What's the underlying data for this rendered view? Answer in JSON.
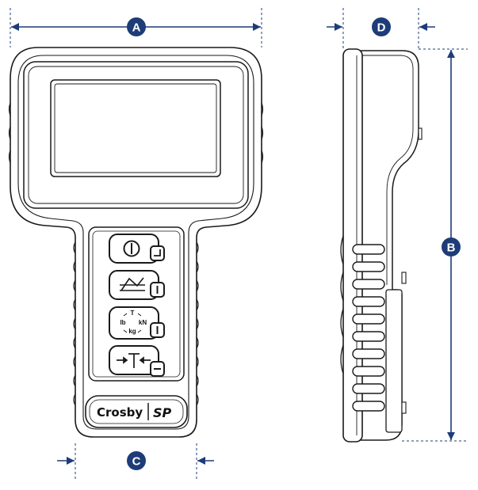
{
  "dimensions": {
    "width": "A",
    "height": "B",
    "handle_width": "C",
    "depth": "D"
  },
  "device": {
    "brand": "Crosby",
    "logo_mark": "SP",
    "units": {
      "top": "T",
      "left": "lb",
      "right": "kN",
      "bottom": "kg"
    },
    "buttons": [
      {
        "name": "power",
        "icon": "power-icon",
        "sub_icon": "enter-icon"
      },
      {
        "name": "zero",
        "icon": "zero-icon",
        "sub_icon": "plus-icon"
      },
      {
        "name": "units",
        "icon": "units-icon",
        "sub_icon": "plus-icon"
      },
      {
        "name": "tare",
        "icon": "tare-icon",
        "sub_icon": "minus-icon"
      }
    ]
  },
  "colors": {
    "dimension": "#1d3c78",
    "outline": "#1a1a1a",
    "body": "#ffffff"
  }
}
